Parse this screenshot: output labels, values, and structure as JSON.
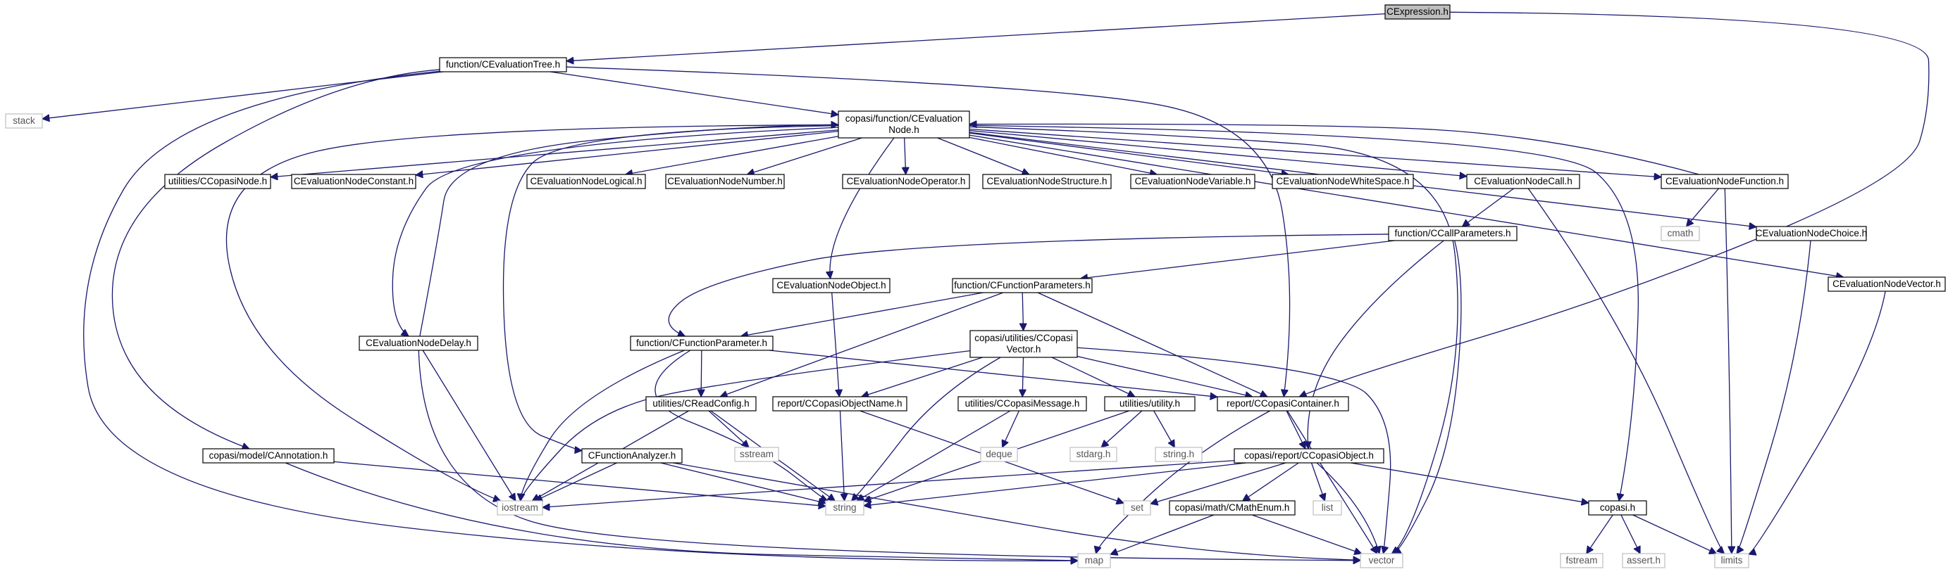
{
  "graph": {
    "nodes": [
      {
        "id": "CExpression",
        "label": "CExpression.h",
        "kind": "root"
      },
      {
        "id": "CEvaluationTree",
        "label": "function/CEvaluationTree.h",
        "kind": "file"
      },
      {
        "id": "stack",
        "label": "stack",
        "kind": "external"
      },
      {
        "id": "CEvaluationNode",
        "label": [
          "copasi/function/CEvaluation",
          "Node.h"
        ],
        "kind": "file"
      },
      {
        "id": "CCopasiNode",
        "label": "utilities/CCopasiNode.h",
        "kind": "file"
      },
      {
        "id": "CEvaluationNodeConstant",
        "label": "CEvaluationNodeConstant.h",
        "kind": "file"
      },
      {
        "id": "CEvaluationNodeLogical",
        "label": "CEvaluationNodeLogical.h",
        "kind": "file"
      },
      {
        "id": "CEvaluationNodeNumber",
        "label": "CEvaluationNodeNumber.h",
        "kind": "file"
      },
      {
        "id": "CEvaluationNodeOperator",
        "label": "CEvaluationNodeOperator.h",
        "kind": "file"
      },
      {
        "id": "CEvaluationNodeStructure",
        "label": "CEvaluationNodeStructure.h",
        "kind": "file"
      },
      {
        "id": "CEvaluationNodeVariable",
        "label": "CEvaluationNodeVariable.h",
        "kind": "file"
      },
      {
        "id": "CEvaluationNodeWhiteSpace",
        "label": "CEvaluationNodeWhiteSpace.h",
        "kind": "file"
      },
      {
        "id": "CEvaluationNodeCall",
        "label": "CEvaluationNodeCall.h",
        "kind": "file"
      },
      {
        "id": "CEvaluationNodeFunction",
        "label": "CEvaluationNodeFunction.h",
        "kind": "file"
      },
      {
        "id": "cmath",
        "label": "cmath",
        "kind": "external"
      },
      {
        "id": "CEvaluationNodeChoice",
        "label": "CEvaluationNodeChoice.h",
        "kind": "file"
      },
      {
        "id": "CEvaluationNodeVector",
        "label": "CEvaluationNodeVector.h",
        "kind": "file"
      },
      {
        "id": "CCallParameters",
        "label": "function/CCallParameters.h",
        "kind": "file"
      },
      {
        "id": "CEvaluationNodeObject",
        "label": "CEvaluationNodeObject.h",
        "kind": "file"
      },
      {
        "id": "CFunctionParameters",
        "label": "function/CFunctionParameters.h",
        "kind": "file"
      },
      {
        "id": "CEvaluationNodeDelay",
        "label": "CEvaluationNodeDelay.h",
        "kind": "file"
      },
      {
        "id": "CFunctionParameter",
        "label": "function/CFunctionParameter.h",
        "kind": "file"
      },
      {
        "id": "CCopasiVector",
        "label": [
          "copasi/utilities/CCopasi",
          "Vector.h"
        ],
        "kind": "file"
      },
      {
        "id": "CReadConfig",
        "label": "utilities/CReadConfig.h",
        "kind": "file"
      },
      {
        "id": "CCopasiObjectName",
        "label": "report/CCopasiObjectName.h",
        "kind": "file"
      },
      {
        "id": "CCopasiMessage",
        "label": "utilities/CCopasiMessage.h",
        "kind": "file"
      },
      {
        "id": "utility",
        "label": "utilities/utility.h",
        "kind": "file"
      },
      {
        "id": "CCopasiContainer",
        "label": "report/CCopasiContainer.h",
        "kind": "file"
      },
      {
        "id": "sstream",
        "label": "sstream",
        "kind": "external"
      },
      {
        "id": "deque",
        "label": "deque",
        "kind": "external"
      },
      {
        "id": "stdarg",
        "label": "stdarg.h",
        "kind": "external"
      },
      {
        "id": "string_h",
        "label": "string.h",
        "kind": "external"
      },
      {
        "id": "CAnnotation",
        "label": "copasi/model/CAnnotation.h",
        "kind": "file"
      },
      {
        "id": "CFunctionAnalyzer",
        "label": "CFunctionAnalyzer.h",
        "kind": "file"
      },
      {
        "id": "CCopasiObject",
        "label": "copasi/report/CCopasiObject.h",
        "kind": "file"
      },
      {
        "id": "iostream",
        "label": "iostream",
        "kind": "external"
      },
      {
        "id": "string",
        "label": "string",
        "kind": "external"
      },
      {
        "id": "set",
        "label": "set",
        "kind": "external"
      },
      {
        "id": "list",
        "label": "list",
        "kind": "external"
      },
      {
        "id": "CMathEnum",
        "label": "copasi/math/CMathEnum.h",
        "kind": "file"
      },
      {
        "id": "copasi",
        "label": "copasi.h",
        "kind": "file"
      },
      {
        "id": "fstream",
        "label": "fstream",
        "kind": "external"
      },
      {
        "id": "assert",
        "label": "assert.h",
        "kind": "external"
      },
      {
        "id": "limits",
        "label": "limits",
        "kind": "external"
      },
      {
        "id": "map",
        "label": "map",
        "kind": "external"
      },
      {
        "id": "vector",
        "label": "vector",
        "kind": "external"
      }
    ],
    "edges": [
      [
        "CExpression",
        "CEvaluationTree"
      ],
      [
        "CExpression",
        "CCopasiContainer"
      ],
      [
        "CEvaluationTree",
        "stack"
      ],
      [
        "CEvaluationTree",
        "CEvaluationNode"
      ],
      [
        "CEvaluationTree",
        "CAnnotation"
      ],
      [
        "CEvaluationTree",
        "map"
      ],
      [
        "CEvaluationTree",
        "CCopasiContainer"
      ],
      [
        "CEvaluationNode",
        "CCopasiNode"
      ],
      [
        "CEvaluationNode",
        "CEvaluationNodeConstant"
      ],
      [
        "CEvaluationNode",
        "CEvaluationNodeLogical"
      ],
      [
        "CEvaluationNode",
        "CEvaluationNodeNumber"
      ],
      [
        "CEvaluationNode",
        "CEvaluationNodeOperator"
      ],
      [
        "CEvaluationNode",
        "CEvaluationNodeStructure"
      ],
      [
        "CEvaluationNode",
        "CEvaluationNodeVariable"
      ],
      [
        "CEvaluationNode",
        "CEvaluationNodeWhiteSpace"
      ],
      [
        "CEvaluationNode",
        "CEvaluationNodeCall"
      ],
      [
        "CEvaluationNode",
        "CEvaluationNodeFunction"
      ],
      [
        "CEvaluationNode",
        "CEvaluationNodeChoice"
      ],
      [
        "CEvaluationNode",
        "CEvaluationNodeVector"
      ],
      [
        "CEvaluationNode",
        "CEvaluationNodeObject"
      ],
      [
        "CEvaluationNode",
        "CEvaluationNodeDelay"
      ],
      [
        "CEvaluationNode",
        "CFunctionAnalyzer"
      ],
      [
        "CEvaluationNode",
        "iostream"
      ],
      [
        "CEvaluationNode",
        "vector"
      ],
      [
        "CEvaluationNode",
        "copasi"
      ],
      [
        "CEvaluationNodeDelay",
        "CEvaluationNode"
      ],
      [
        "CEvaluationNodeFunction",
        "CEvaluationNode"
      ],
      [
        "CEvaluationNodeFunction",
        "cmath"
      ],
      [
        "CEvaluationNodeFunction",
        "limits"
      ],
      [
        "CEvaluationNodeChoice",
        "limits"
      ],
      [
        "CEvaluationNodeVector",
        "limits"
      ],
      [
        "CEvaluationNodeCall",
        "CCallParameters"
      ],
      [
        "CEvaluationNodeCall",
        "limits"
      ],
      [
        "CCallParameters",
        "CFunctionParameters"
      ],
      [
        "CCallParameters",
        "CFunctionParameter"
      ],
      [
        "CCallParameters",
        "CCopasiObject"
      ],
      [
        "CCallParameters",
        "vector"
      ],
      [
        "CEvaluationNodeObject",
        "CCopasiObjectName"
      ],
      [
        "CFunctionParameters",
        "CFunctionParameter"
      ],
      [
        "CFunctionParameters",
        "CCopasiVector"
      ],
      [
        "CFunctionParameters",
        "CReadConfig"
      ],
      [
        "CFunctionParameters",
        "CCopasiContainer"
      ],
      [
        "CFunctionParameter",
        "CReadConfig"
      ],
      [
        "CFunctionParameter",
        "CCopasiContainer"
      ],
      [
        "CFunctionParameter",
        "string"
      ],
      [
        "CFunctionParameter",
        "iostream"
      ],
      [
        "CCopasiVector",
        "CCopasiObjectName"
      ],
      [
        "CCopasiVector",
        "CCopasiMessage"
      ],
      [
        "CCopasiVector",
        "utility"
      ],
      [
        "CCopasiVector",
        "CCopasiContainer"
      ],
      [
        "CCopasiVector",
        "iostream"
      ],
      [
        "CCopasiVector",
        "string"
      ],
      [
        "CCopasiVector",
        "vector"
      ],
      [
        "CReadConfig",
        "iostream"
      ],
      [
        "CReadConfig",
        "string"
      ],
      [
        "CReadConfig",
        "sstream"
      ],
      [
        "CCopasiObjectName",
        "string"
      ],
      [
        "CCopasiObjectName",
        "set"
      ],
      [
        "CCopasiMessage",
        "deque"
      ],
      [
        "CCopasiMessage",
        "string"
      ],
      [
        "utility",
        "stdarg"
      ],
      [
        "utility",
        "string_h"
      ],
      [
        "utility",
        "string"
      ],
      [
        "CCopasiContainer",
        "CCopasiObject"
      ],
      [
        "CCopasiContainer",
        "map"
      ],
      [
        "CCopasiContainer",
        "vector"
      ],
      [
        "CEvaluationNodeDelay",
        "iostream"
      ],
      [
        "CEvaluationNodeDelay",
        "vector"
      ],
      [
        "CAnnotation",
        "string"
      ],
      [
        "CAnnotation",
        "map"
      ],
      [
        "CFunctionAnalyzer",
        "iostream"
      ],
      [
        "CFunctionAnalyzer",
        "string"
      ],
      [
        "CFunctionAnalyzer",
        "vector"
      ],
      [
        "CCopasiObject",
        "iostream"
      ],
      [
        "CCopasiObject",
        "string"
      ],
      [
        "CCopasiObject",
        "set"
      ],
      [
        "CCopasiObject",
        "list"
      ],
      [
        "CCopasiObject",
        "CMathEnum"
      ],
      [
        "CCopasiObject",
        "vector"
      ],
      [
        "CCopasiObject",
        "copasi"
      ],
      [
        "CMathEnum",
        "map"
      ],
      [
        "CMathEnum",
        "vector"
      ],
      [
        "copasi",
        "fstream"
      ],
      [
        "copasi",
        "assert"
      ],
      [
        "copasi",
        "limits"
      ]
    ]
  }
}
